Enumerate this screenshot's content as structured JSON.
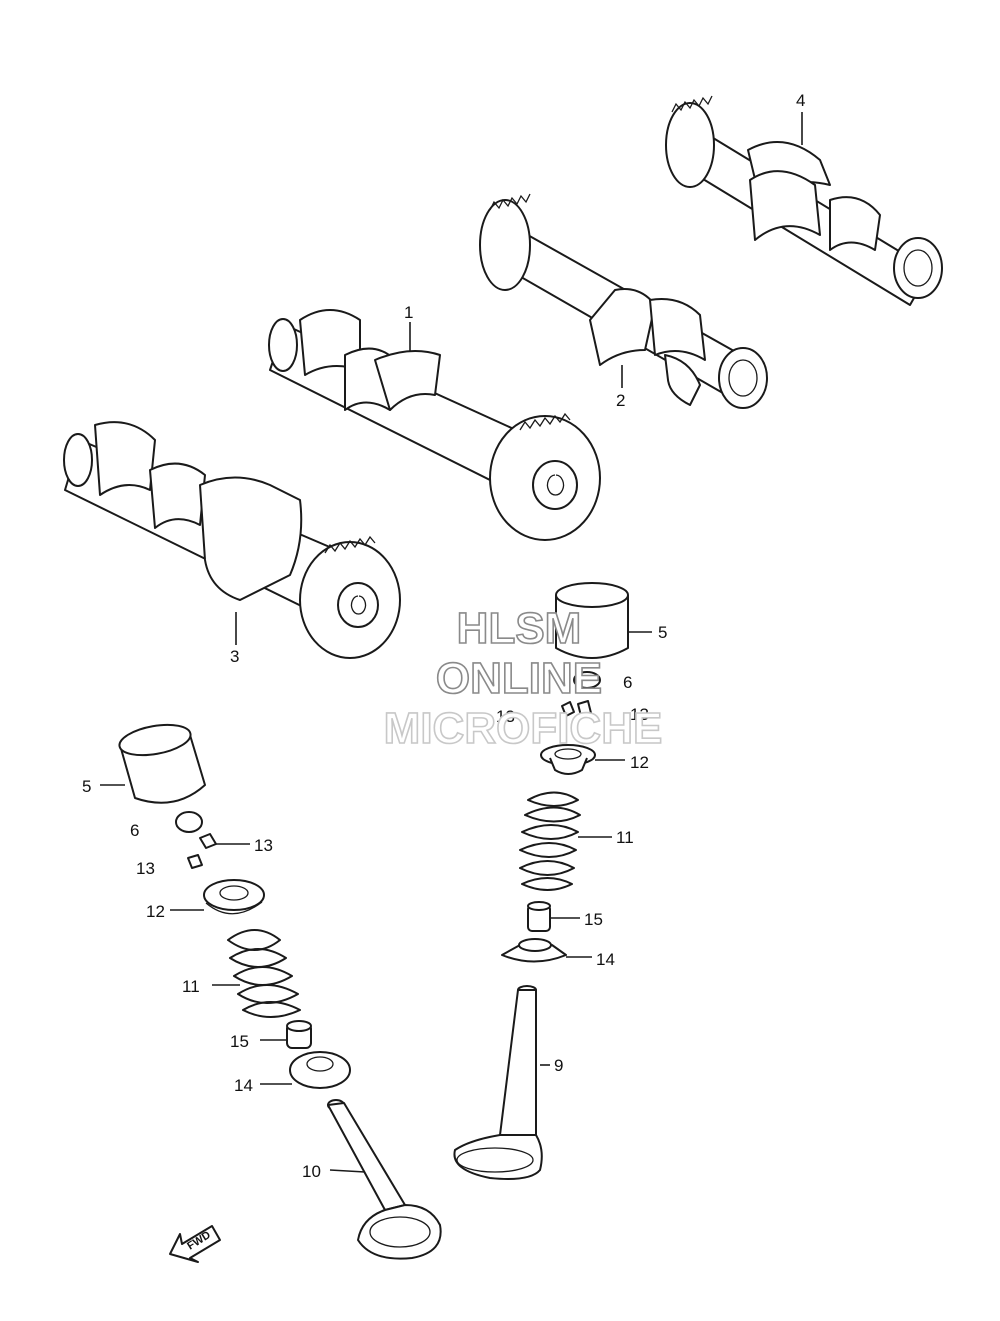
{
  "diagram": {
    "callouts": {
      "c1": "1",
      "c2": "2",
      "c3": "3",
      "c4": "4",
      "c5a": "5",
      "c5b": "5",
      "c6a": "6",
      "c6b": "6",
      "c9": "9",
      "c10": "10",
      "c11a": "11",
      "c11b": "11",
      "c12a": "12",
      "c12b": "12",
      "c13a": "13",
      "c13b": "13",
      "c13c": "13",
      "c13d": "13",
      "c14a": "14",
      "c14b": "14",
      "c15a": "15",
      "c15b": "15"
    },
    "fwd_label": "FWD"
  },
  "watermark": {
    "line1": "HLSM",
    "line2": "ONLINE",
    "line3": "MICROFICHE"
  }
}
